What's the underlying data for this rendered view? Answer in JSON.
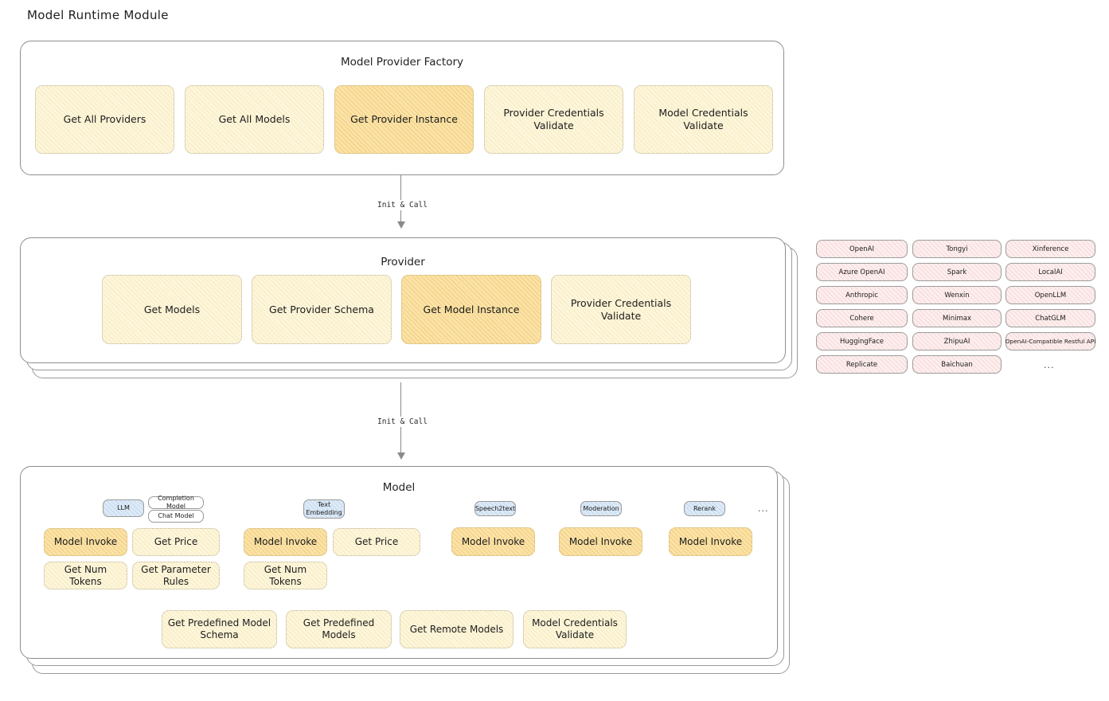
{
  "page": {
    "title": "Model Runtime Module"
  },
  "factory": {
    "title": "Model Provider Factory",
    "cards": [
      {
        "label": "Get All Providers",
        "accent": false
      },
      {
        "label": "Get All Models",
        "accent": false
      },
      {
        "label": "Get Provider Instance",
        "accent": true
      },
      {
        "label": "Provider Credentials Validate",
        "accent": false
      },
      {
        "label": "Model Credentials Validate",
        "accent": false
      }
    ]
  },
  "arrows": [
    {
      "label": "Init & Call"
    },
    {
      "label": "Init & Call"
    }
  ],
  "provider": {
    "title": "Provider",
    "cards": [
      {
        "label": "Get Models",
        "accent": false
      },
      {
        "label": "Get Provider Schema",
        "accent": false
      },
      {
        "label": "Get Model Instance",
        "accent": true
      },
      {
        "label": "Provider Credentials Validate",
        "accent": false
      }
    ]
  },
  "provider_list": {
    "columns": [
      [
        "OpenAI",
        "Azure OpenAI",
        "Anthropic",
        "Cohere",
        "HuggingFace",
        "Replicate"
      ],
      [
        "Tongyi",
        "Spark",
        "Wenxin",
        "Minimax",
        "ZhipuAI",
        "Baichuan"
      ],
      [
        "Xinference",
        "LocalAI",
        "OpenLLM",
        "ChatGLM",
        "OpenAI-Compatible Restful API"
      ]
    ],
    "more": "..."
  },
  "model": {
    "title": "Model",
    "more": "...",
    "types": [
      {
        "name": "LLM",
        "subtags": [
          "Completion Model",
          "Chat Model"
        ],
        "cards": [
          {
            "label": "Model Invoke",
            "accent": true
          },
          {
            "label": "Get Price",
            "accent": false
          },
          {
            "label": "Get Num Tokens",
            "accent": false
          },
          {
            "label": "Get Parameter Rules",
            "accent": false
          }
        ]
      },
      {
        "name": "Text Embedding",
        "subtags": [],
        "cards": [
          {
            "label": "Model Invoke",
            "accent": true
          },
          {
            "label": "Get Price",
            "accent": false
          },
          {
            "label": "Get Num Tokens",
            "accent": false
          }
        ]
      },
      {
        "name": "Speech2text",
        "subtags": [],
        "cards": [
          {
            "label": "Model Invoke",
            "accent": true
          }
        ]
      },
      {
        "name": "Moderation",
        "subtags": [],
        "cards": [
          {
            "label": "Model Invoke",
            "accent": true
          }
        ]
      },
      {
        "name": "Rerank",
        "subtags": [],
        "cards": [
          {
            "label": "Model Invoke",
            "accent": true
          }
        ]
      }
    ],
    "common_cards": [
      {
        "label": "Get Predefined Model Schema"
      },
      {
        "label": "Get Predefined Models"
      },
      {
        "label": "Get Remote Models"
      },
      {
        "label": "Model Credentials Validate"
      }
    ]
  },
  "colors": {
    "card_fill": "#fdf6dd",
    "card_accent_fill": "#fbe2a8",
    "chip_fill": "#fdeeee",
    "tag_blue_fill": "#ddeaf7",
    "border": "#8e8e8e"
  }
}
